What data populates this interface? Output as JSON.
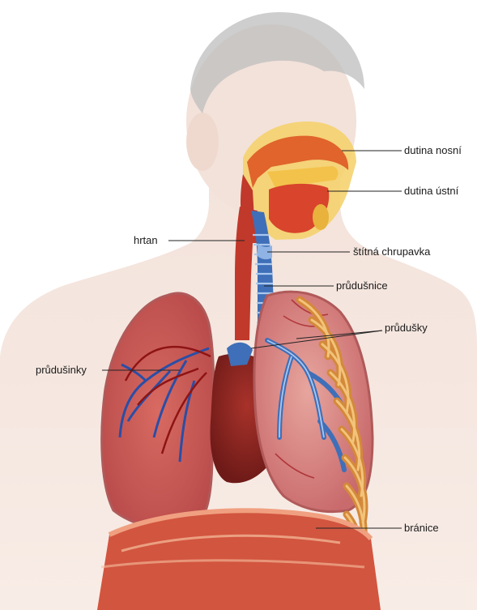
{
  "labels": {
    "nasal_cavity": "dutina nosní",
    "oral_cavity": "dutina ústní",
    "larynx": "hrtan",
    "thyroid_cartilage": "štítná chrupavka",
    "trachea": "průdušnice",
    "bronchi": "průdušky",
    "bronchioles": "průdušinky",
    "diaphragm": "bránice"
  },
  "colors": {
    "skin": "#f6e6de",
    "hair": "#b8b8b8",
    "lung": "#cf6a6e",
    "airway": "#3f6fb8",
    "muscle": "#c8402c",
    "rib": "#e0a048",
    "leader_line": "#222222"
  }
}
